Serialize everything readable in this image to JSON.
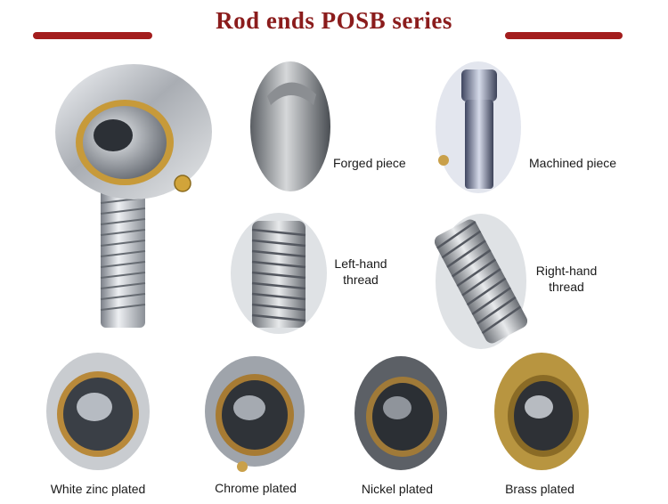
{
  "header": {
    "title": "Rod ends POSB series",
    "accent_color": "#a31d1d"
  },
  "features": {
    "forged": "Forged piece",
    "machined": "Machined piece",
    "left_thread_line1": "Left-hand",
    "left_thread_line2": "thread",
    "right_thread_line1": "Right-hand",
    "right_thread_line2": "thread"
  },
  "platings": [
    {
      "label": "White zinc plated"
    },
    {
      "label": "Chrome plated"
    },
    {
      "label": "Nickel plated"
    },
    {
      "label": "Brass plated"
    }
  ]
}
